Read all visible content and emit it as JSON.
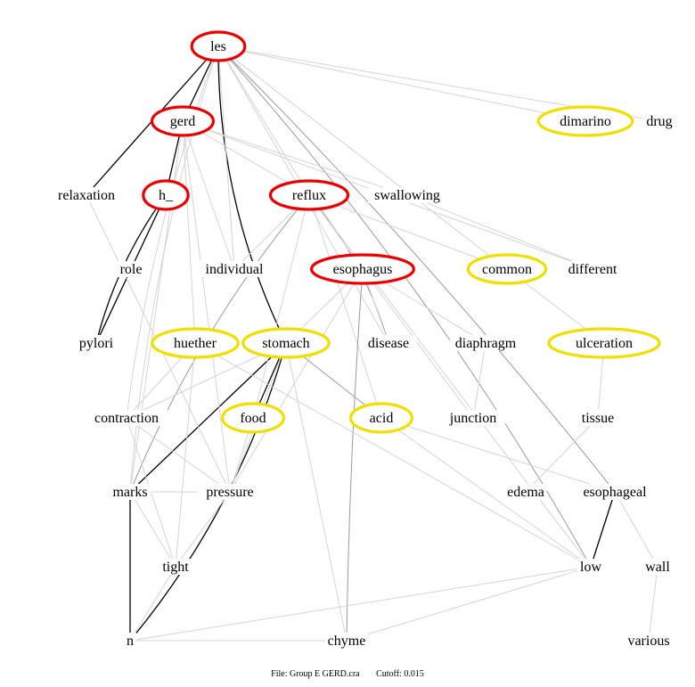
{
  "colors": {
    "strong_edge": "#000000",
    "medium_edge": "#9a9a9a",
    "weak_edge": "#d4d4d4",
    "red_ring": "#ee0000",
    "yellow_ring": "#f0e000"
  },
  "nodes": [
    {
      "id": "les",
      "label": "les",
      "ring": "red"
    },
    {
      "id": "gerd",
      "label": "gerd",
      "ring": "red"
    },
    {
      "id": "dimarino",
      "label": "dimarino",
      "ring": "yellow"
    },
    {
      "id": "drug",
      "label": "drug",
      "ring": "none"
    },
    {
      "id": "relaxation",
      "label": "relaxation",
      "ring": "none"
    },
    {
      "id": "h_",
      "label": "h_",
      "ring": "red"
    },
    {
      "id": "reflux",
      "label": "reflux",
      "ring": "red"
    },
    {
      "id": "swallowing",
      "label": "swallowing",
      "ring": "none"
    },
    {
      "id": "role",
      "label": "role",
      "ring": "none"
    },
    {
      "id": "individual",
      "label": "individual",
      "ring": "none"
    },
    {
      "id": "esophagus",
      "label": "esophagus",
      "ring": "red"
    },
    {
      "id": "common",
      "label": "common",
      "ring": "yellow"
    },
    {
      "id": "different",
      "label": "different",
      "ring": "none"
    },
    {
      "id": "pylori",
      "label": "pylori",
      "ring": "none"
    },
    {
      "id": "huether",
      "label": "huether",
      "ring": "yellow"
    },
    {
      "id": "stomach",
      "label": "stomach",
      "ring": "yellow"
    },
    {
      "id": "disease",
      "label": "disease",
      "ring": "none"
    },
    {
      "id": "diaphragm",
      "label": "diaphragm",
      "ring": "none"
    },
    {
      "id": "ulceration",
      "label": "ulceration",
      "ring": "yellow"
    },
    {
      "id": "contraction",
      "label": "contraction",
      "ring": "none"
    },
    {
      "id": "food",
      "label": "food",
      "ring": "yellow"
    },
    {
      "id": "acid",
      "label": "acid",
      "ring": "yellow"
    },
    {
      "id": "junction",
      "label": "junction",
      "ring": "none"
    },
    {
      "id": "tissue",
      "label": "tissue",
      "ring": "none"
    },
    {
      "id": "marks",
      "label": "marks",
      "ring": "none"
    },
    {
      "id": "pressure",
      "label": "pressure",
      "ring": "none"
    },
    {
      "id": "edema",
      "label": "edema",
      "ring": "none"
    },
    {
      "id": "esophageal",
      "label": "esophageal",
      "ring": "none"
    },
    {
      "id": "tight",
      "label": "tight",
      "ring": "none"
    },
    {
      "id": "low",
      "label": "low",
      "ring": "none"
    },
    {
      "id": "wall",
      "label": "wall",
      "ring": "none"
    },
    {
      "id": "n",
      "label": "n",
      "ring": "none"
    },
    {
      "id": "chyme",
      "label": "chyme",
      "ring": "none"
    },
    {
      "id": "various",
      "label": "various",
      "ring": "none"
    }
  ],
  "edges": [
    [
      "les",
      "gerd",
      "strong"
    ],
    [
      "les",
      "relaxation",
      "strong"
    ],
    [
      "les",
      "stomach",
      "strong"
    ],
    [
      "gerd",
      "h_",
      "strong"
    ],
    [
      "h_",
      "role",
      "strong"
    ],
    [
      "h_",
      "pylori",
      "strong"
    ],
    [
      "role",
      "pylori",
      "strong"
    ],
    [
      "stomach",
      "food",
      "strong"
    ],
    [
      "stomach",
      "marks",
      "strong"
    ],
    [
      "stomach",
      "n",
      "strong"
    ],
    [
      "marks",
      "n",
      "strong"
    ],
    [
      "esophageal",
      "low",
      "strong"
    ],
    [
      "les",
      "low",
      "medium"
    ],
    [
      "les",
      "esophageal",
      "medium"
    ],
    [
      "les",
      "dimarino",
      "weak"
    ],
    [
      "les",
      "drug",
      "weak"
    ],
    [
      "les",
      "marks",
      "weak"
    ],
    [
      "les",
      "contraction",
      "weak"
    ],
    [
      "les",
      "reflux",
      "weak"
    ],
    [
      "les",
      "individual",
      "weak"
    ],
    [
      "les",
      "disease",
      "weak"
    ],
    [
      "les",
      "common",
      "weak"
    ],
    [
      "gerd",
      "swallowing",
      "weak"
    ],
    [
      "gerd",
      "reflux",
      "weak"
    ],
    [
      "gerd",
      "individual",
      "weak"
    ],
    [
      "gerd",
      "marks",
      "weak"
    ],
    [
      "gerd",
      "pressure",
      "weak"
    ],
    [
      "gerd",
      "huether",
      "weak"
    ],
    [
      "gerd",
      "different",
      "weak"
    ],
    [
      "reflux",
      "marks",
      "medium"
    ],
    [
      "reflux",
      "disease",
      "medium"
    ],
    [
      "reflux",
      "esophagus",
      "weak"
    ],
    [
      "reflux",
      "common",
      "weak"
    ],
    [
      "reflux",
      "acid",
      "weak"
    ],
    [
      "reflux",
      "food",
      "weak"
    ],
    [
      "reflux",
      "low",
      "weak"
    ],
    [
      "reflux",
      "individual",
      "weak"
    ],
    [
      "esophagus",
      "stomach",
      "weak"
    ],
    [
      "esophagus",
      "diaphragm",
      "weak"
    ],
    [
      "esophagus",
      "chyme",
      "medium"
    ],
    [
      "esophagus",
      "disease",
      "weak"
    ],
    [
      "esophagus",
      "junction",
      "weak"
    ],
    [
      "esophagus",
      "pressure",
      "weak"
    ],
    [
      "stomach",
      "acid",
      "medium"
    ],
    [
      "stomach",
      "pressure",
      "weak"
    ],
    [
      "stomach",
      "chyme",
      "weak"
    ],
    [
      "stomach",
      "contraction",
      "weak"
    ],
    [
      "huether",
      "contraction",
      "weak"
    ],
    [
      "huether",
      "tight",
      "weak"
    ],
    [
      "huether",
      "low",
      "weak"
    ],
    [
      "contraction",
      "pressure",
      "weak"
    ],
    [
      "contraction",
      "tight",
      "weak"
    ],
    [
      "marks",
      "pressure",
      "weak"
    ],
    [
      "marks",
      "tight",
      "weak"
    ],
    [
      "pressure",
      "tight",
      "weak"
    ],
    [
      "food",
      "pressure",
      "weak"
    ],
    [
      "acid",
      "low",
      "weak"
    ],
    [
      "acid",
      "esophageal",
      "weak"
    ],
    [
      "diaphragm",
      "junction",
      "weak"
    ],
    [
      "ulceration",
      "tissue",
      "weak"
    ],
    [
      "common",
      "ulceration",
      "weak"
    ],
    [
      "tissue",
      "edema",
      "weak"
    ],
    [
      "esophageal",
      "wall",
      "weak"
    ],
    [
      "wall",
      "various",
      "weak"
    ],
    [
      "n",
      "low",
      "weak"
    ],
    [
      "n",
      "chyme",
      "weak"
    ],
    [
      "chyme",
      "low",
      "weak"
    ],
    [
      "n",
      "tight",
      "weak"
    ],
    [
      "relaxation",
      "pressure",
      "weak"
    ],
    [
      "swallowing",
      "different",
      "weak"
    ]
  ],
  "footer": {
    "file": "File: Group E GERD.cra",
    "cutoff": "Cutoff: 0.015"
  }
}
